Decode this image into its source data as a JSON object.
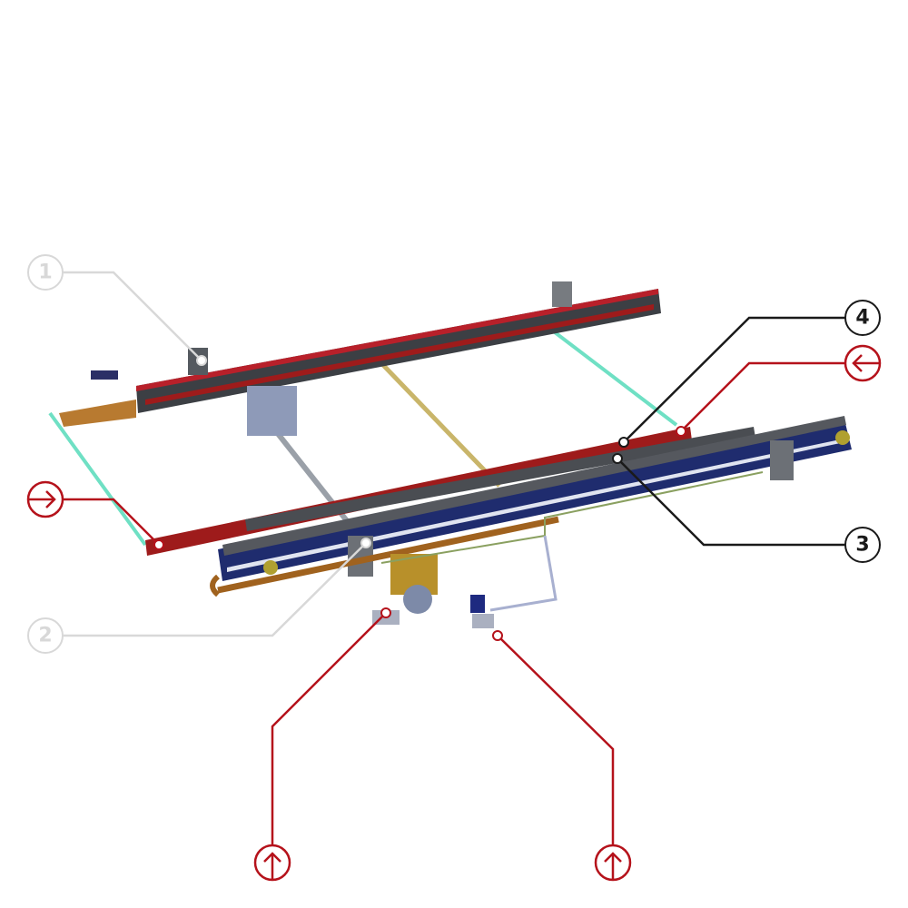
{
  "colors": {
    "callout_inactive": "#d8d8d8",
    "callout_active": "#1a1a1a",
    "flow_arrow": "#b5121b",
    "rail_red": "#9e1b1b",
    "rail_dark": "#3c3f44",
    "rail_blue": "#1f2c6e",
    "cable_cyan": "#6fe0c4",
    "chain_orange": "#a0621e"
  },
  "callouts": [
    {
      "label": "1",
      "state": "inactive"
    },
    {
      "label": "2",
      "state": "inactive"
    },
    {
      "label": "3",
      "state": "active"
    },
    {
      "label": "4",
      "state": "active"
    }
  ],
  "flow_markers": [
    {
      "icon": "arrow-left-icon",
      "position": "right-upper"
    },
    {
      "icon": "arrow-right-icon",
      "position": "left-middle"
    },
    {
      "icon": "arrow-up-icon",
      "position": "bottom-left"
    },
    {
      "icon": "arrow-up-icon",
      "position": "bottom-right"
    }
  ]
}
